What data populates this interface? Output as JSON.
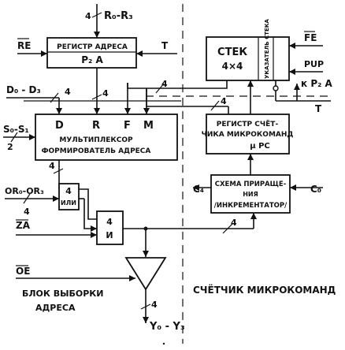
{
  "inputs": {
    "r0_r3": "R₀-R₃",
    "re": "RE",
    "t_top": "T",
    "d0_d3": "D₀ - D₃",
    "s0_s1": "S₀-S₁",
    "s_width": "2",
    "or0_or3": "OR₀-OR₃",
    "za": "ZA",
    "oe": "OE",
    "fe": "FE",
    "pup": "PUP",
    "c4": "C₄",
    "c0": "C₀",
    "kp2a": "к P₂ A",
    "t_right": "T",
    "y0_y3": "Y₀ - Y₃"
  },
  "bus_width": "4",
  "blocks": {
    "address_register": {
      "line1": "РЕГИСТР АДРЕСА",
      "line2": "P₂ A"
    },
    "multiplexer": {
      "ports": [
        "D",
        "R",
        "F",
        "M"
      ],
      "line1": "МУЛЬТИПЛЕКСОР",
      "line2": "ФОРМИРОВАТЕЛЬ АДРЕСА"
    },
    "or_gate": {
      "num": "4",
      "label": "ИЛИ"
    },
    "and_gate": {
      "num": "4",
      "label": "И"
    },
    "stack": {
      "line1": "СТЕК",
      "line2": "4×4",
      "pointer": "УКАЗАТЕЛЬ СТЕКА"
    },
    "counter_register": {
      "line1": "РЕГИСТР СЧЁТ-",
      "line2": "ЧИКА МИКРОКОМАНД",
      "line3": "μ PC"
    },
    "incrementer": {
      "line1": "СХЕМА ПРИРАЩЕ-",
      "line2": "НИЯ",
      "line3": "/ИНКРЕМЕНТАТОР/"
    }
  },
  "sections": {
    "address_select": {
      "line1": "БЛОК ВЫБОРКИ",
      "line2": "АДРЕСА"
    },
    "counter": "СЧЁТЧИК МИКРОКОМАНД"
  }
}
